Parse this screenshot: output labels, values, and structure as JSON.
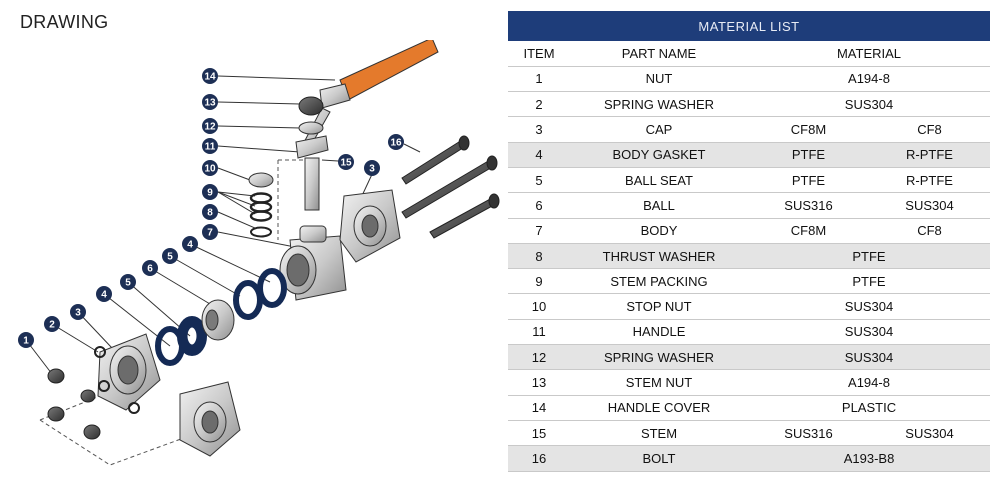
{
  "page": {
    "title": "DRAWING"
  },
  "drawing": {
    "callouts": [
      "14",
      "13",
      "12",
      "11",
      "10",
      "9",
      "8",
      "7",
      "6",
      "5",
      "4",
      "3",
      "2",
      "1",
      "15",
      "16",
      "3",
      "4",
      "5"
    ]
  },
  "material_list": {
    "title": "MATERIAL LIST",
    "headers": {
      "item": "ITEM",
      "part_name": "PART NAME",
      "material": "MATERIAL"
    },
    "rows": [
      {
        "item": "1",
        "part": "NUT",
        "material": "A194-8"
      },
      {
        "item": "2",
        "part": "SPRING WASHER",
        "material": "SUS304"
      },
      {
        "item": "3",
        "part": "CAP",
        "material_a": "CF8M",
        "material_b": "CF8"
      },
      {
        "item": "4",
        "part": "BODY GASKET",
        "material_a": "PTFE",
        "material_b": "R-PTFE",
        "shaded": true
      },
      {
        "item": "5",
        "part": "BALL SEAT",
        "material_a": "PTFE",
        "material_b": "R-PTFE"
      },
      {
        "item": "6",
        "part": "BALL",
        "material_a": "SUS316",
        "material_b": "SUS304"
      },
      {
        "item": "7",
        "part": "BODY",
        "material_a": "CF8M",
        "material_b": "CF8"
      },
      {
        "item": "8",
        "part": "THRUST WASHER",
        "material": "PTFE",
        "shaded": true
      },
      {
        "item": "9",
        "part": "STEM PACKING",
        "material": "PTFE"
      },
      {
        "item": "10",
        "part": "STOP NUT",
        "material": "SUS304"
      },
      {
        "item": "11",
        "part": "HANDLE",
        "material": "SUS304"
      },
      {
        "item": "12",
        "part": "SPRING WASHER",
        "material": "SUS304",
        "shaded": true
      },
      {
        "item": "13",
        "part": "STEM NUT",
        "material": "A194-8"
      },
      {
        "item": "14",
        "part": "HANDLE COVER",
        "material": "PLASTIC"
      },
      {
        "item": "15",
        "part": "STEM",
        "material_a": "SUS316",
        "material_b": "SUS304"
      },
      {
        "item": "16",
        "part": "BOLT",
        "material": "A193-B8",
        "shaded": true
      }
    ]
  },
  "colors": {
    "header_blue": "#1e3d7a",
    "callout_navy": "#1d2f55",
    "handle_orange": "#e47a2c",
    "gasket_navy": "#142a55",
    "row_shade": "#e4e4e4"
  }
}
